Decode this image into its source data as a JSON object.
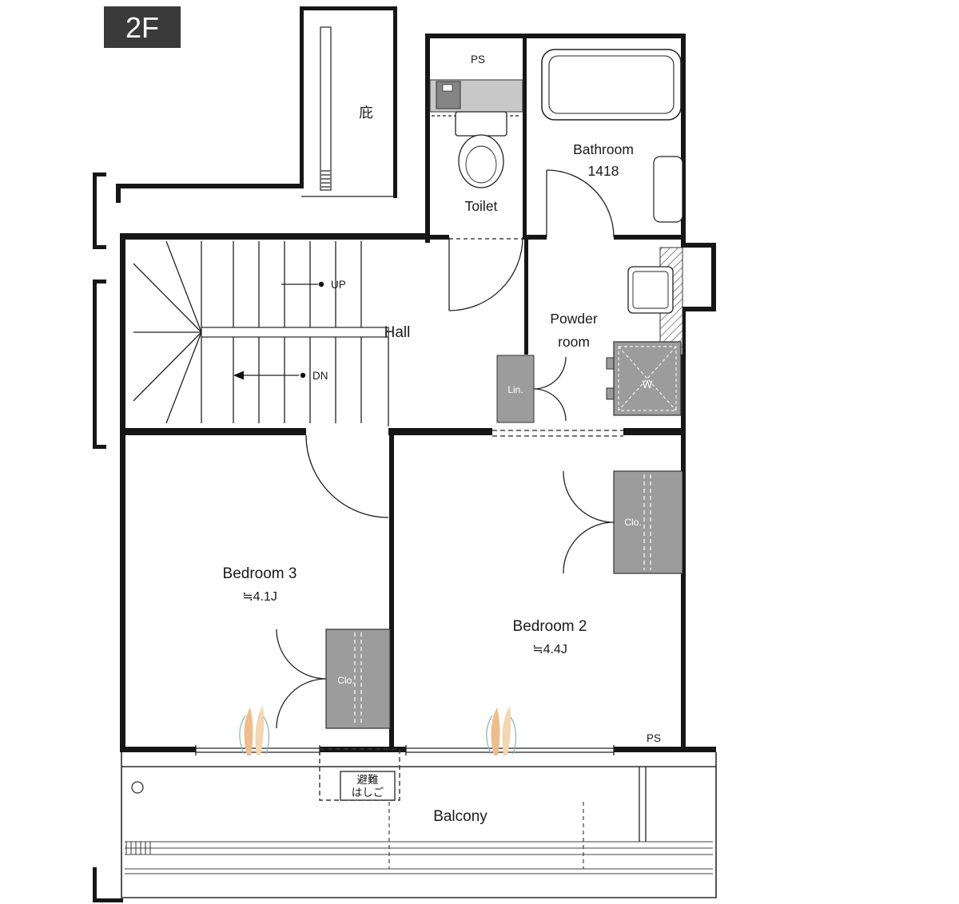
{
  "floor_tag": "2F",
  "rooms": {
    "canopy": {
      "label": "庇"
    },
    "toilet": {
      "label": "Toilet",
      "ps_label": "PS"
    },
    "bathroom": {
      "label": "Bathroom",
      "size": "1418"
    },
    "hall": {
      "label": "Hall",
      "up_label": "UP",
      "down_label": "DN"
    },
    "powder_room": {
      "label_line1": "Powder",
      "label_line2": "room",
      "washer_label": "W",
      "linen_label": "Lin."
    },
    "bedroom3": {
      "label": "Bedroom 3",
      "size": "≒4.1J",
      "closet_label": "Clo."
    },
    "bedroom2": {
      "label": "Bedroom 2",
      "size": "≒4.4J",
      "closet_label": "Clo.",
      "ps_label": "PS"
    },
    "balcony": {
      "label": "Balcony",
      "escape_hatch_line1": "避難",
      "escape_hatch_line2": "はしご"
    }
  },
  "colors": {
    "wall": "#161616",
    "thin_line": "#2b2b2b",
    "closet_fill": "#9c9c9c",
    "counter_fill": "#c8c8c8",
    "dark_fixture_fill": "#858585",
    "floor_tag_bg": "#3a3a3a",
    "floor_tag_text": "#ffffff",
    "plant_leaf": "#edbd8d",
    "plant_leaf_light": "#f3d6b2",
    "plant_stroke": "#8fb3ae",
    "background": "#ffffff"
  }
}
